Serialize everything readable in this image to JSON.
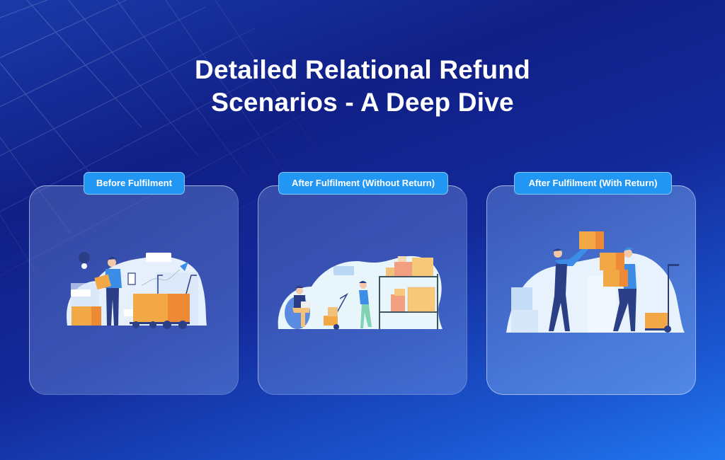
{
  "header": {
    "title_line1": "Detailed Relational Refund",
    "title_line2": "Scenarios - A Deep Dive"
  },
  "colors": {
    "background_dark": "#101f86",
    "background_light": "#2178f0",
    "badge": "#2196f3",
    "box_orange": "#f2a945",
    "box_orange_dark": "#ee8a36",
    "figure_navy": "#2b3f86",
    "shirt_blue": "#3b8de8",
    "illustration_bg": "#e8f2fd"
  },
  "cards": [
    {
      "label": "Before Fulfilment",
      "illustration": "worker-with-clipboard-and-boxes-on-cart-illustration"
    },
    {
      "label": "After Fulfilment (Without Return)",
      "illustration": "worker-pushing-hand-truck-to-shelves-illustration"
    },
    {
      "label": "After Fulfilment (With Return)",
      "illustration": "two-workers-passing-boxes-illustration"
    }
  ]
}
